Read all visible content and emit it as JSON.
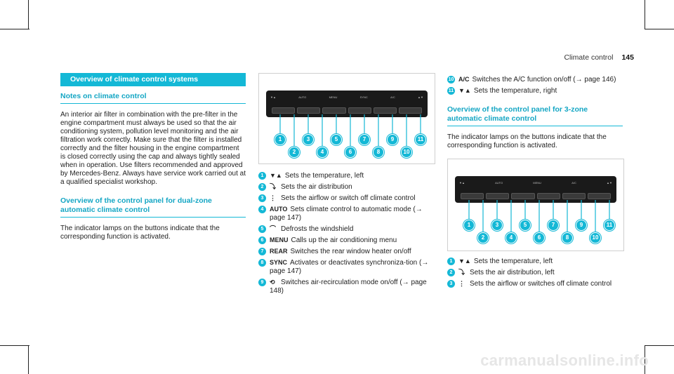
{
  "header": {
    "title": "Climate control",
    "page_number": "145"
  },
  "left": {
    "banner": "Overview of climate control systems",
    "notes_heading": "Notes on climate control",
    "notes_text": "An interior air filter in combination with the pre-filter in the engine compartment must always be used so that the air conditioning system, pollution level monitoring and the air filtration work correctly. Make sure that the filter is installed correctly and the filter housing in the engine compartment is closed correctly using the cap and always tightly sealed when in operation. Use filters recommended and approved by Mercedes-Benz. Always have service work carried out at a qualified specialist workshop.",
    "dual_heading": "Overview of the control panel for dual-zone automatic climate control",
    "dual_text": "The indicator lamps on the buttons indicate that the corresponding function is activated."
  },
  "middle": {
    "figure_labels": [
      "▼▲",
      "AUTO",
      "MENU",
      "SYNC",
      "A/C",
      "▲▼"
    ],
    "items": [
      {
        "num": "1",
        "symbol": "▼▲",
        "text": "Sets the temperature, left"
      },
      {
        "num": "2",
        "symbol": "⤵",
        "text": "Sets the air distribution"
      },
      {
        "num": "3",
        "symbol": "⋮",
        "text": "Sets the airflow or switch off climate control"
      },
      {
        "num": "4",
        "symbol": "AUTO",
        "text": "Sets climate control to automatic mode (→ page 147)"
      },
      {
        "num": "5",
        "symbol": "⌒",
        "text": "Defrosts the windshield"
      },
      {
        "num": "6",
        "symbol": "MENU",
        "text": "Calls up the air conditioning menu"
      },
      {
        "num": "7",
        "symbol": "REAR",
        "text": "Switches the rear window heater on/off"
      },
      {
        "num": "8",
        "symbol": "SYNC",
        "text": "Activates or deactivates synchroniza-tion (→ page 147)"
      },
      {
        "num": "9",
        "symbol": "⟲",
        "text": "Switches air-recirculation mode on/off (→ page 148)"
      }
    ]
  },
  "right": {
    "items_top": [
      {
        "num": "10",
        "symbol": "A/C",
        "text": "Switches the A/C function on/off (→ page 146)"
      },
      {
        "num": "11",
        "symbol": "▼▲",
        "text": "Sets the temperature, right"
      }
    ],
    "three_heading": "Overview of the control panel for 3-zone automatic climate control",
    "three_text": "The indicator lamps on the buttons indicate that the corresponding function is activated.",
    "figure_labels": [
      "▼▲",
      "AUTO",
      "MENU",
      "A/C",
      "▲▼"
    ],
    "items_bottom": [
      {
        "num": "1",
        "symbol": "▼▲",
        "text": "Sets the temperature, left"
      },
      {
        "num": "2",
        "symbol": "⤵",
        "text": "Sets the air distribution, left"
      },
      {
        "num": "3",
        "symbol": "⋮",
        "text": "Sets the airflow or switches off climate control"
      }
    ]
  },
  "callouts": [
    "1",
    "2",
    "3",
    "4",
    "5",
    "6",
    "7",
    "8",
    "9",
    "10",
    "11"
  ],
  "watermark": "carmanualsonline.info",
  "colors": {
    "accent": "#14b8d6"
  }
}
